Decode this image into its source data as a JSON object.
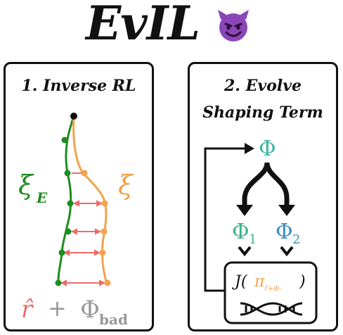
{
  "title": "EvIL",
  "panel1": {
    "heading": "1. Inverse RL",
    "expert_label": "ξ",
    "expert_subscript": "E",
    "agent_label": "ξ",
    "reward_label": "r̂",
    "plus": "+",
    "potential_label": "Φ",
    "potential_subscript": "bad"
  },
  "panel2": {
    "heading_line1": "2. Evolve",
    "heading_line2": "Shaping Term",
    "phi": "Φ",
    "phi1": "Φ",
    "phi1_sub": "1",
    "phi2": "Φ",
    "phi2_sub": "2",
    "objective_J": "J(",
    "objective_pi": "π",
    "objective_sub": "r̂+Φᵢ",
    "objective_close": ")"
  },
  "colors": {
    "expert": "#1e8c1e",
    "agent": "#f4a24b",
    "arrow": "#ef6b6b",
    "reward": "#ef6b6b",
    "potential": "#999999",
    "phi": "#3bb5a3",
    "phi1": "#3bb58a",
    "phi2": "#3a8cc2",
    "objective_pi": "#f4a24b"
  }
}
